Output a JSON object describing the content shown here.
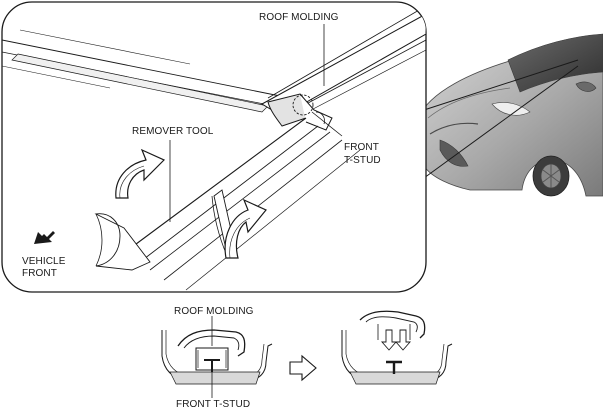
{
  "callouts": {
    "roof_molding_main": "ROOF MOLDING",
    "front_tstud_main_line1": "FRONT",
    "front_tstud_main_line2": "T-STUD",
    "remover_tool": "REMOVER TOOL",
    "vehicle_front_line1": "VEHICLE",
    "vehicle_front_line2": "FRONT",
    "roof_molding_section": "ROOF MOLDING",
    "front_tstud_section": "FRONT T-STUD"
  },
  "icons": {
    "lift_arrows": "curved-up-arrow-icon",
    "direction": "vehicle-front-arrow-icon",
    "step": "outline-right-arrow-icon"
  },
  "colors": {
    "line": "#1a1a1a",
    "fill": "#ffffff",
    "shade": "#d9d9d9",
    "car_body": "#b8b8b8"
  }
}
